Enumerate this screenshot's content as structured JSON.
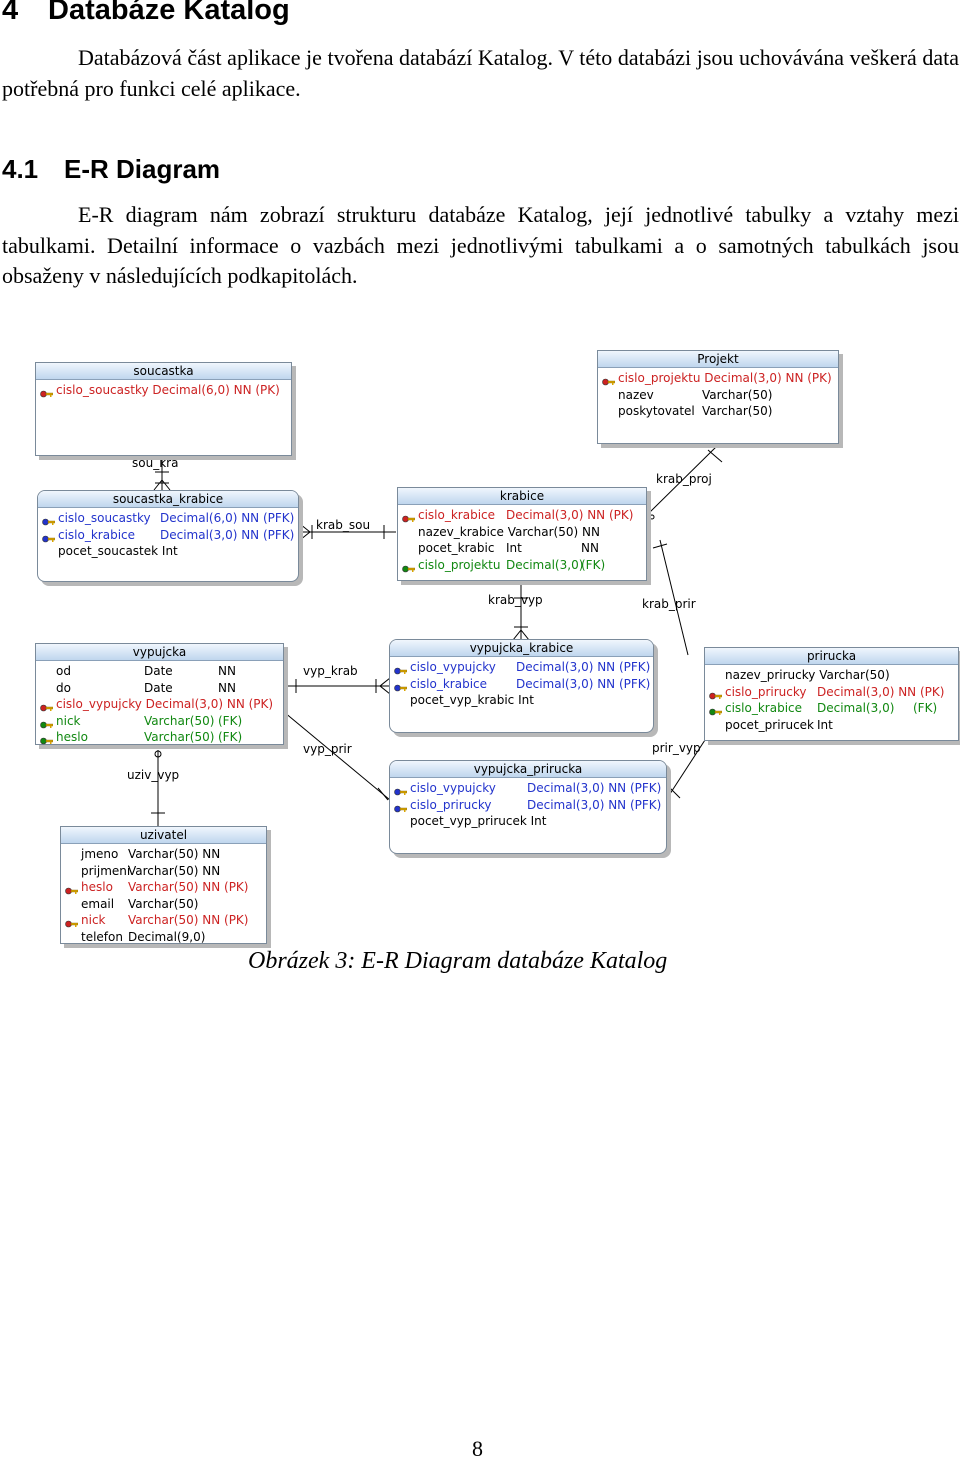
{
  "heading": {
    "number": "4",
    "title": "Databáze Katalog"
  },
  "para1": "Databázová část aplikace je tvořena databází Katalog. V této databázi jsou uchovávána veškerá data potřebná pro funkci celé aplikace.",
  "subheading": {
    "number": "4.1",
    "title": "E-R Diagram"
  },
  "para2": "E-R diagram nám zobrazí strukturu databáze Katalog, její jednotlivé tabulky a vztahy mezi tabulkami. Detailní informace o vazbách mezi jednotlivými tabulkami a o samotných tabulkách jsou obsaženy v následujících podkapitolách.",
  "colors": {
    "pk_key": "#cc2222",
    "fk_key": "#118811",
    "pfk_key": "#2233cc",
    "header_fill": "#bfd6ee"
  },
  "tables": {
    "soucastka": {
      "name": "soucastka",
      "rows": [
        {
          "icon": "pk-key-icon",
          "c1": "cislo_soucastky Decimal(6,0) NN (PK)",
          "c2": "",
          "c3": ""
        }
      ]
    },
    "projekt": {
      "name": "Projekt",
      "rows": [
        {
          "icon": "pk-key-icon",
          "c1": "cislo_projektu Decimal(3,0) NN (PK)",
          "c2": "",
          "c3": ""
        },
        {
          "icon": "",
          "c1": "nazev",
          "c2": "Varchar(50)",
          "c3": ""
        },
        {
          "icon": "",
          "c1": "poskytovatel",
          "c2": "Varchar(50)",
          "c3": ""
        }
      ]
    },
    "soucastka_krabice": {
      "name": "soucastka_krabice",
      "rows": [
        {
          "icon": "pfk-key-icon",
          "c1": "cislo_soucastky",
          "c2": "Decimal(6,0) NN (PFK)",
          "c3": ""
        },
        {
          "icon": "pfk-key-icon",
          "c1": "cislo_krabice",
          "c2": "Decimal(3,0) NN (PFK)",
          "c3": ""
        },
        {
          "icon": "",
          "c1": "pocet_soucastek Int",
          "c2": "",
          "c3": ""
        }
      ]
    },
    "krabice": {
      "name": "krabice",
      "rows": [
        {
          "icon": "pk-key-icon",
          "c1": "cislo_krabice",
          "c2": "Decimal(3,0) NN (PK)",
          "c3": ""
        },
        {
          "icon": "",
          "c1": "nazev_krabice Varchar(50) NN",
          "c2": "",
          "c3": ""
        },
        {
          "icon": "",
          "c1": "pocet_krabic",
          "c2": "Int",
          "c3": "NN"
        },
        {
          "icon": "fk-key-icon",
          "c1": "cislo_projektu",
          "c2": "Decimal(3,0)",
          "c3": "(FK)"
        }
      ]
    },
    "vypujcka": {
      "name": "vypujcka",
      "rows": [
        {
          "icon": "",
          "c1": "od",
          "c2": "Date",
          "c3": "NN"
        },
        {
          "icon": "",
          "c1": "do",
          "c2": "Date",
          "c3": "NN"
        },
        {
          "icon": "pk-key-icon",
          "c1": "cislo_vypujcky Decimal(3,0) NN (PK)",
          "c2": "",
          "c3": ""
        },
        {
          "icon": "fk-key-icon",
          "c1": "nick",
          "c2": "Varchar(50)",
          "c3": "(FK)"
        },
        {
          "icon": "fk-key-icon",
          "c1": "heslo",
          "c2": "Varchar(50)",
          "c3": "(FK)"
        }
      ]
    },
    "vypujcka_krabice": {
      "name": "vypujcka_krabice",
      "rows": [
        {
          "icon": "pfk-key-icon",
          "c1": "cislo_vypujcky",
          "c2": "Decimal(3,0) NN (PFK)",
          "c3": ""
        },
        {
          "icon": "pfk-key-icon",
          "c1": "cislo_krabice",
          "c2": "Decimal(3,0) NN (PFK)",
          "c3": ""
        },
        {
          "icon": "",
          "c1": "pocet_vyp_krabic Int",
          "c2": "",
          "c3": ""
        }
      ]
    },
    "prirucka": {
      "name": "prirucka",
      "rows": [
        {
          "icon": "",
          "c1": "nazev_prirucky Varchar(50)",
          "c2": "",
          "c3": ""
        },
        {
          "icon": "pk-key-icon",
          "c1": "cislo_prirucky",
          "c2": "Decimal(3,0) NN (PK)",
          "c3": ""
        },
        {
          "icon": "fk-key-icon",
          "c1": "cislo_krabice",
          "c2": "Decimal(3,0)",
          "c3": "(FK)"
        },
        {
          "icon": "",
          "c1": "pocet_prirucek",
          "c2": "Int",
          "c3": ""
        }
      ]
    },
    "vypujcka_prirucka": {
      "name": "vypujcka_prirucka",
      "rows": [
        {
          "icon": "pfk-key-icon",
          "c1": "cislo_vypujcky",
          "c2": "Decimal(3,0) NN (PFK)",
          "c3": ""
        },
        {
          "icon": "pfk-key-icon",
          "c1": "cislo_prirucky",
          "c2": "Decimal(3,0) NN (PFK)",
          "c3": ""
        },
        {
          "icon": "",
          "c1": "pocet_vyp_prirucek Int",
          "c2": "",
          "c3": ""
        }
      ]
    },
    "uzivatel": {
      "name": "uzivatel",
      "rows": [
        {
          "icon": "",
          "c1": "jmeno",
          "c2": "Varchar(50) NN",
          "c3": ""
        },
        {
          "icon": "",
          "c1": "prijmeni",
          "c2": "Varchar(50) NN",
          "c3": ""
        },
        {
          "icon": "pk-key-icon",
          "c1": "heslo",
          "c2": "Varchar(50) NN (PK)",
          "c3": ""
        },
        {
          "icon": "",
          "c1": "email",
          "c2": "Varchar(50)",
          "c3": ""
        },
        {
          "icon": "pk-key-icon",
          "c1": "nick",
          "c2": "Varchar(50) NN (PK)",
          "c3": ""
        },
        {
          "icon": "",
          "c1": "telefon",
          "c2": "Decimal(9,0)",
          "c3": ""
        }
      ]
    }
  },
  "relations": {
    "sou_kra": "sou_kra",
    "krab_sou": "krab_sou",
    "krab_proj": "krab_proj",
    "krab_vyp": "krab_vyp",
    "krab_prir": "krab_prir",
    "vyp_krab": "vyp_krab",
    "vyp_prir": "vyp_prir",
    "prir_vyp": "prir_vyp",
    "uziv_vyp": "uziv_vyp"
  },
  "caption": "Obrázek 3: E-R Diagram databáze Katalog",
  "page_number": "8"
}
